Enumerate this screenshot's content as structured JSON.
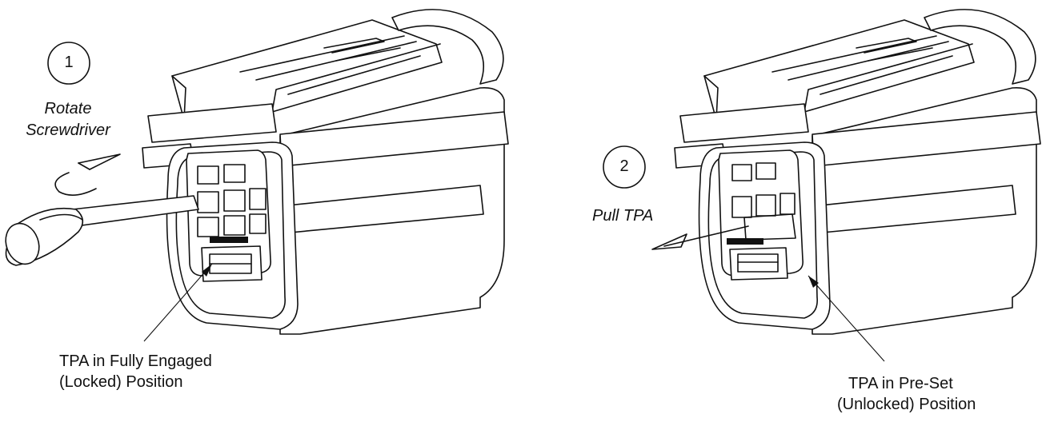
{
  "figure": {
    "left_panel": {
      "step_number": "1",
      "action_line1": "Rotate",
      "action_line2": "Screwdriver",
      "callout_line1": "TPA in Fully Engaged",
      "callout_line2": "(Locked) Position"
    },
    "right_panel": {
      "step_number": "2",
      "action": "Pull TPA",
      "callout_line1": "TPA in Pre-Set",
      "callout_line2": "(Unlocked) Position"
    }
  }
}
